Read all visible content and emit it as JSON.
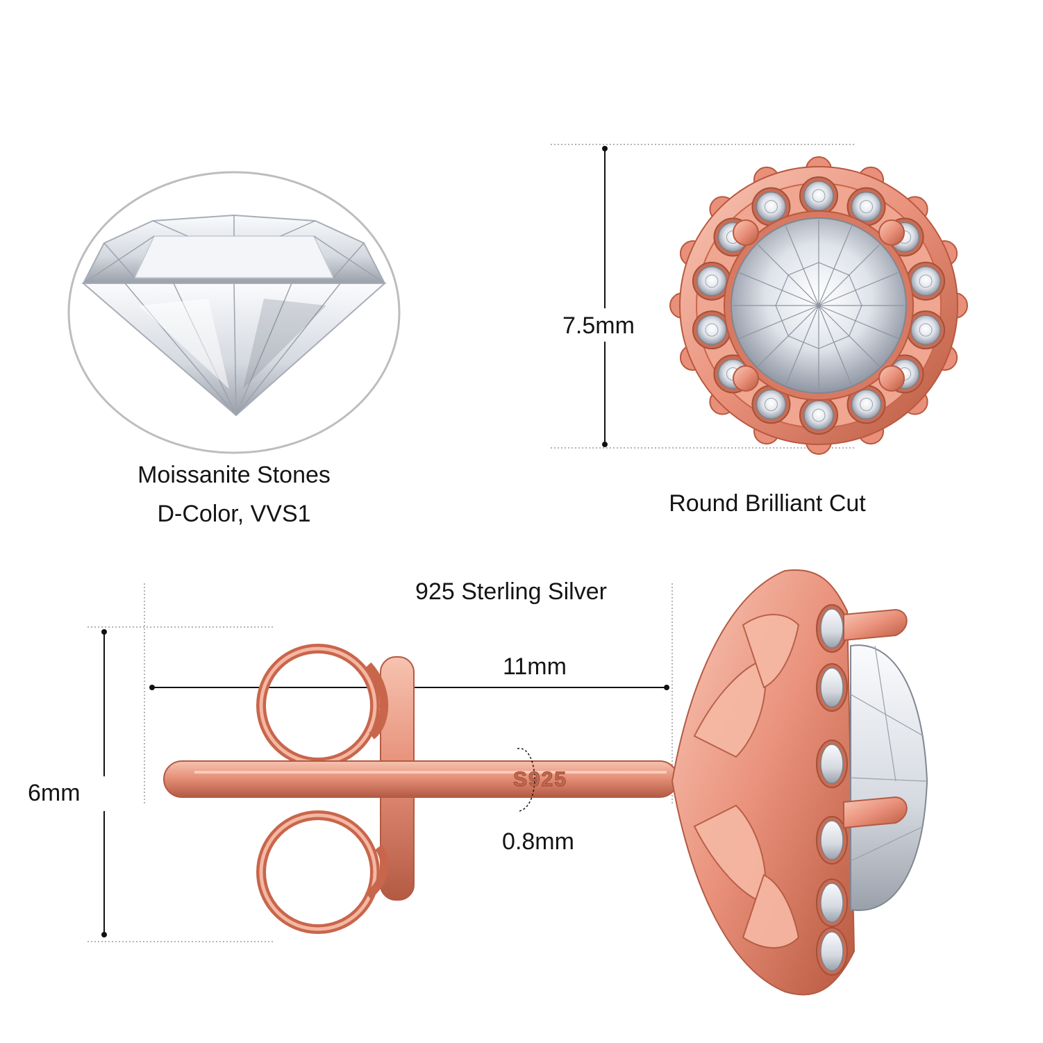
{
  "stone_panel": {
    "caption_line1": "Moissanite Stones",
    "caption_line2": "D-Color, VVS1"
  },
  "top_view": {
    "caption": "Round Brilliant Cut",
    "height_dimension": "7.5mm"
  },
  "side_view": {
    "material": "925 Sterling Silver",
    "post_length": "11mm",
    "post_diameter": "0.8mm",
    "back_height": "6mm",
    "stamp": "S925"
  },
  "colors": {
    "rose_gold": "#e9907a",
    "rose_gold_dark": "#b8583f",
    "rose_gold_light": "#f8c9b8",
    "dimension_line": "#111111",
    "guide_line": "#9a9a9a"
  }
}
